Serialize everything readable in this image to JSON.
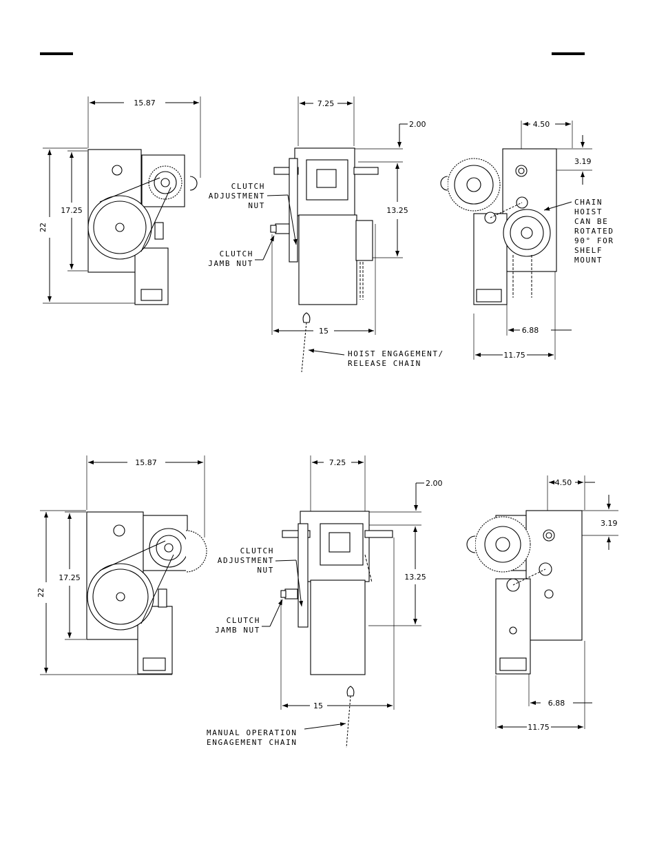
{
  "header": {
    "left_bar": "",
    "right_bar": ""
  },
  "top": {
    "front": {
      "width": "15.87",
      "height_outer": "22",
      "height_inner": "17.25"
    },
    "side": {
      "width": "7.25",
      "offset": "2.00",
      "height": "13.25",
      "base": "15",
      "label_clutch_adj": [
        "CLUTCH",
        "ADJUSTMENT",
        "NUT"
      ],
      "label_jamb": [
        "CLUTCH",
        "JAMB NUT"
      ],
      "label_chain": [
        "HOIST ENGAGEMENT/",
        "RELEASE CHAIN"
      ]
    },
    "rear": {
      "top_width": "4.50",
      "top_offset": "3.19",
      "bottom_inner": "6.88",
      "bottom_outer": "11.75",
      "label_note": [
        "CHAIN",
        "HOIST",
        "CAN BE",
        "ROTATED",
        "90° FOR",
        "SHELF",
        "MOUNT"
      ]
    }
  },
  "bottom": {
    "front": {
      "width": "15.87",
      "height_outer": "22",
      "height_inner": "17.25"
    },
    "side": {
      "width": "7.25",
      "offset": "2.00",
      "height": "13.25",
      "base": "15",
      "label_clutch_adj": [
        "CLUTCH",
        "ADJUSTMENT",
        "NUT"
      ],
      "label_jamb": [
        "CLUTCH",
        "JAMB NUT"
      ],
      "label_chain": [
        "MANUAL OPERATION",
        "ENGAGEMENT CHAIN"
      ]
    },
    "rear": {
      "top_width": "4.50",
      "top_offset": "3.19",
      "bottom_inner": "6.88",
      "bottom_outer": "11.75"
    }
  }
}
